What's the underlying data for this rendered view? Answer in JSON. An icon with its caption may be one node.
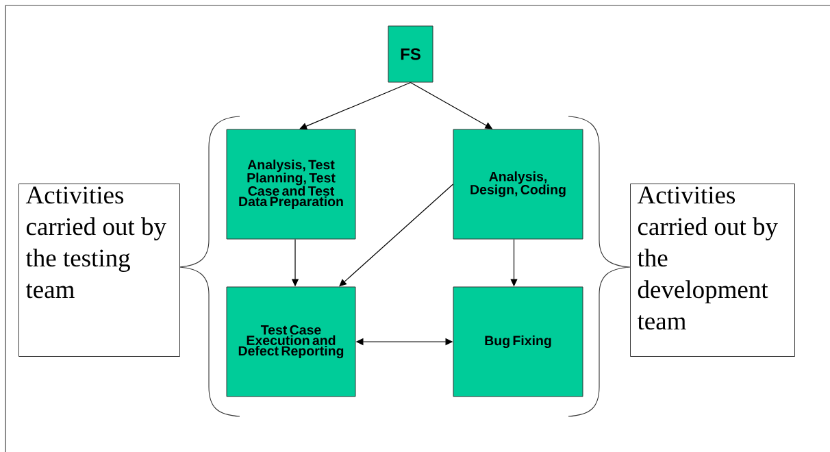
{
  "diagram": {
    "nodes": [
      {
        "text": [
          "FS"
        ]
      },
      {
        "text": [
          "Analysis, Test Planning, Test Case and Test Data Preparation"
        ]
      },
      {
        "text": [
          "Analysis, Design, Coding"
        ]
      },
      {
        "text": [
          "Test Case Execution and Defect Reporting"
        ]
      },
      {
        "text": [
          "Bug Fixing"
        ]
      },
      {
        "text": [
          "Activities carried out by the testing team"
        ]
      },
      {
        "text": [
          "Activities carried out by the development team"
        ]
      }
    ],
    "edges": [
      {
        "from": 0,
        "to": 1,
        "arrow": "to"
      },
      {
        "from": 0,
        "to": 2,
        "arrow": "to"
      },
      {
        "from": 1,
        "to": 3,
        "arrow": "to"
      },
      {
        "from": 2,
        "to": 3,
        "arrow": "to"
      },
      {
        "from": 2,
        "to": 4,
        "arrow": "to"
      },
      {
        "from": 3,
        "to": 4,
        "arrow": "both"
      }
    ]
  }
}
